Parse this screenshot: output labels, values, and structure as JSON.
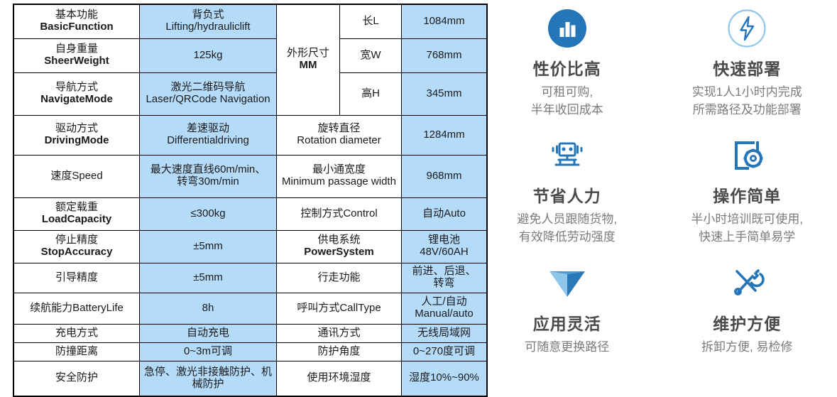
{
  "table": {
    "rows": [
      {
        "id": "basic-function",
        "cells": [
          {
            "cn": "基本功能",
            "en": "BasicFunction",
            "fill": "white",
            "bold_en": true
          },
          {
            "cn": "背负式",
            "en": "Lifting/hydrauliclift",
            "fill": "blue",
            "bold_en": false
          },
          {
            "cn": "外形尺寸",
            "en": "MM",
            "fill": "white",
            "bold_en": true,
            "rowspan": 3
          },
          {
            "cn": "",
            "en": "",
            "mixed": "长L",
            "fill": "white"
          },
          {
            "cn": "",
            "en": "",
            "mixed": "1084mm",
            "fill": "blue"
          }
        ]
      },
      {
        "id": "sheer-weight",
        "cells": [
          {
            "cn": "自身重量",
            "en": "SheerWeight",
            "fill": "white",
            "bold_en": true
          },
          {
            "cn": "",
            "en": "",
            "mixed": "125kg",
            "fill": "blue"
          },
          {
            "cn": "",
            "en": "",
            "mixed": "宽W",
            "fill": "white"
          },
          {
            "cn": "",
            "en": "",
            "mixed": "768mm",
            "fill": "blue"
          }
        ]
      },
      {
        "id": "navigate-mode",
        "cells": [
          {
            "cn": "导航方式",
            "en": "NavigateMode",
            "fill": "white",
            "bold_en": true
          },
          {
            "cn": "激光二维码导航",
            "en": "Laser/QRCode Navigation",
            "fill": "blue",
            "bold_en": false
          },
          {
            "cn": "",
            "en": "",
            "mixed": "高H",
            "fill": "white"
          },
          {
            "cn": "",
            "en": "",
            "mixed": "345mm",
            "fill": "blue"
          }
        ]
      },
      {
        "id": "driving-mode",
        "cells": [
          {
            "cn": "驱动方式",
            "en": "DrivingMode",
            "fill": "white",
            "bold_en": true
          },
          {
            "cn": "差速驱动",
            "en": "Differentialdriving",
            "fill": "blue",
            "bold_en": false
          },
          {
            "cn": "旋转直径",
            "en": "Rotation diameter",
            "fill": "white",
            "bold_en": false,
            "colspan": 2
          },
          {
            "cn": "",
            "en": "",
            "mixed": "1284mm",
            "fill": "blue"
          }
        ]
      },
      {
        "id": "speed",
        "cells": [
          {
            "cn": "",
            "en": "",
            "mixed": "速度Speed",
            "fill": "white"
          },
          {
            "cn": "最大速度直线60m/min、",
            "en": "转弯30m/min",
            "fill": "blue",
            "bold_en": false,
            "cn_only": true
          },
          {
            "cn": "最小通宽度",
            "en": "Minimum passage width",
            "fill": "white",
            "bold_en": false,
            "colspan": 2
          },
          {
            "cn": "",
            "en": "",
            "mixed": "968mm",
            "fill": "blue"
          }
        ]
      },
      {
        "id": "load-capacity",
        "cells": [
          {
            "cn": "额定载重",
            "en": "LoadCapacity",
            "fill": "white",
            "bold_en": true
          },
          {
            "cn": "",
            "en": "",
            "mixed": "≤300kg",
            "fill": "blue"
          },
          {
            "cn": "",
            "en": "",
            "mixed": "控制方式Control",
            "fill": "white",
            "colspan": 2
          },
          {
            "cn": "",
            "en": "",
            "mixed": "自动Auto",
            "fill": "blue"
          }
        ]
      },
      {
        "id": "stop-accuracy",
        "cells": [
          {
            "cn": "停止精度",
            "en": "StopAccuracy",
            "fill": "white",
            "bold_en": true
          },
          {
            "cn": "",
            "en": "",
            "mixed": "±5mm",
            "fill": "blue"
          },
          {
            "cn": "供电系统",
            "en": "PowerSystem",
            "fill": "white",
            "bold_en": true,
            "colspan": 2
          },
          {
            "cn": "锂电池",
            "en": "48V/60AH",
            "fill": "blue",
            "bold_en": false
          }
        ]
      },
      {
        "id": "guide-accuracy",
        "cells": [
          {
            "cn": "",
            "en": "",
            "mixed": "引导精度",
            "fill": "white"
          },
          {
            "cn": "",
            "en": "",
            "mixed": "±5mm",
            "fill": "blue"
          },
          {
            "cn": "",
            "en": "",
            "mixed": "行走功能",
            "fill": "white",
            "colspan": 2
          },
          {
            "cn": "",
            "en": "",
            "mixed": "前进、后退、转弯",
            "fill": "blue"
          }
        ]
      },
      {
        "id": "battery-life",
        "cells": [
          {
            "cn": "",
            "en": "",
            "mixed": "续航能力BatteryLife",
            "fill": "white"
          },
          {
            "cn": "",
            "en": "",
            "mixed": "8h",
            "fill": "blue"
          },
          {
            "cn": "",
            "en": "",
            "mixed": "呼叫方式CallType",
            "fill": "white",
            "colspan": 2
          },
          {
            "cn": "人工/自动",
            "en": "Manual/auto",
            "fill": "blue",
            "bold_en": false
          }
        ]
      },
      {
        "id": "charge-mode",
        "cells": [
          {
            "cn": "",
            "en": "",
            "mixed": "充电方式",
            "fill": "white"
          },
          {
            "cn": "",
            "en": "",
            "mixed": "自动充电",
            "fill": "blue"
          },
          {
            "cn": "",
            "en": "",
            "mixed": "通讯方式",
            "fill": "white",
            "colspan": 2
          },
          {
            "cn": "",
            "en": "",
            "mixed": "无线局域网",
            "fill": "blue"
          }
        ]
      },
      {
        "id": "anticollision-distance",
        "cells": [
          {
            "cn": "",
            "en": "",
            "mixed": "防撞距离",
            "fill": "white"
          },
          {
            "cn": "",
            "en": "",
            "mixed": "0~3m可调",
            "fill": "blue"
          },
          {
            "cn": "",
            "en": "",
            "mixed": "防护角度",
            "fill": "white",
            "colspan": 2
          },
          {
            "cn": "",
            "en": "",
            "mixed": "0~270度可调",
            "fill": "blue"
          }
        ]
      },
      {
        "id": "safety-protection",
        "cells": [
          {
            "cn": "",
            "en": "",
            "mixed": "安全防护",
            "fill": "white"
          },
          {
            "cn": "",
            "en": "",
            "mixed": "急停、激光非接触防护、机械防护",
            "fill": "blue"
          },
          {
            "cn": "",
            "en": "",
            "mixed": "使用环境湿度",
            "fill": "white",
            "colspan": 2
          },
          {
            "cn": "",
            "en": "",
            "mixed": "湿度10%~90%",
            "fill": "blue"
          }
        ]
      }
    ]
  },
  "cards": [
    {
      "icon": "bar-chart-circle-icon",
      "title": "性价比高",
      "sub_line1": "可租可购,",
      "sub_line2": "半年收回成本"
    },
    {
      "icon": "lightning-bolt-circle-icon",
      "title": "快速部署",
      "sub_line1": "实现1人1小时内完成",
      "sub_line2": "所需路径及功能部署"
    },
    {
      "icon": "robot-head-icon",
      "title": "节省人力",
      "sub_line1": "避免人员跟随货物,",
      "sub_line2": "有效降低劳动强度"
    },
    {
      "icon": "frame-gear-icon",
      "title": "操作简单",
      "sub_line1": "半小时培训既可使用,",
      "sub_line2": "快速上手简单易学"
    },
    {
      "icon": "down-triangle-icon",
      "title": "应用灵活",
      "sub_line1": "可随意更换路径",
      "sub_line2": ""
    },
    {
      "icon": "wrench-screwdriver-icon",
      "title": "维护方便",
      "sub_line1": "拆卸方便, 易检修",
      "sub_line2": ""
    }
  ],
  "colors": {
    "table_fill_blue": "#b4dbfa",
    "table_border": "#000000",
    "icon_blue_dark": "#2576b9",
    "icon_blue_light": "#8ec6ea",
    "card_title": "#4a4a4a",
    "card_sub": "#7b7b7b"
  }
}
